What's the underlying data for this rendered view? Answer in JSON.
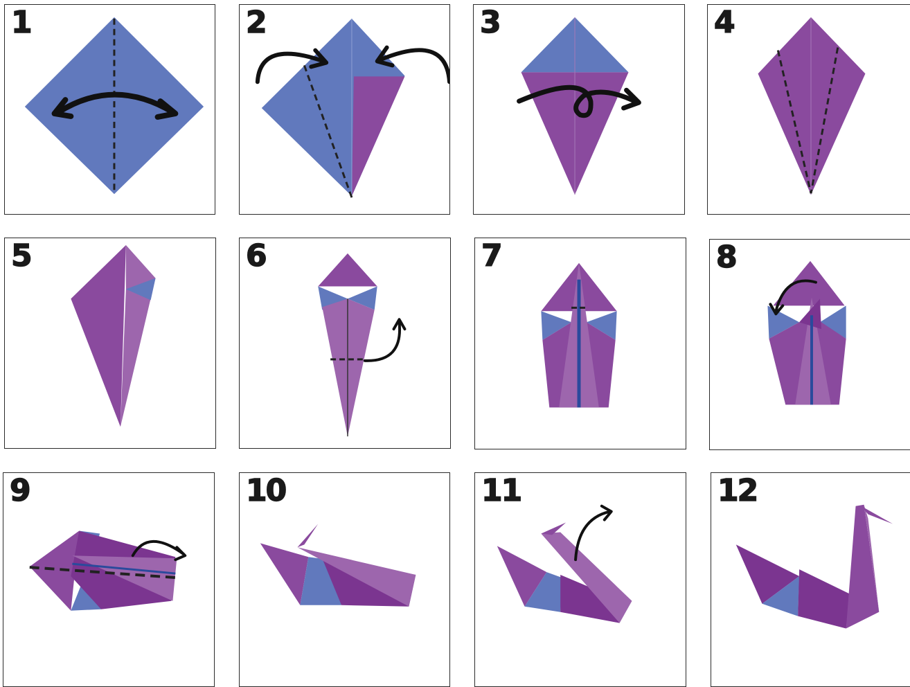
{
  "colors": {
    "blue": "#6179bd",
    "purple": "#8a4a9e",
    "light_purple": "#9d66ad",
    "dark_purple": "#7b3590",
    "ink": "#1a1a1a"
  },
  "steps": [
    {
      "number": "1"
    },
    {
      "number": "2"
    },
    {
      "number": "3"
    },
    {
      "number": "4"
    },
    {
      "number": "5"
    },
    {
      "number": "6"
    },
    {
      "number": "7"
    },
    {
      "number": "8"
    },
    {
      "number": "9"
    },
    {
      "number": "10"
    },
    {
      "number": "11"
    },
    {
      "number": "12"
    }
  ]
}
